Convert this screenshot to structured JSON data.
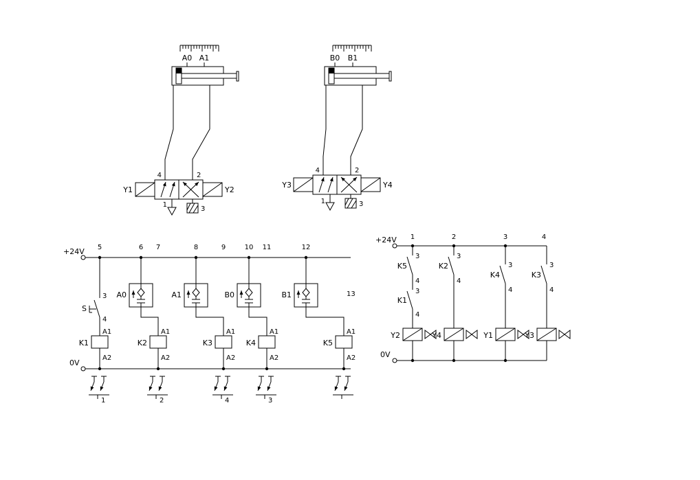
{
  "pneumatic": {
    "cylinder_a": {
      "sensor_left": "A0",
      "sensor_right": "A1"
    },
    "cylinder_b": {
      "sensor_left": "B0",
      "sensor_right": "B1"
    },
    "valve_a": {
      "solenoid_left": "Y1",
      "solenoid_right": "Y2",
      "port_top_left": "4",
      "port_top_right": "2",
      "port_bottom_left": "1",
      "port_bottom_right": "3"
    },
    "valve_b": {
      "solenoid_left": "Y3",
      "solenoid_right": "Y4",
      "port_top_left": "4",
      "port_top_right": "2",
      "port_bottom_left": "1",
      "port_bottom_right": "3"
    }
  },
  "ladder_left": {
    "rail_positive": "+24V",
    "rail_negative": "0V",
    "wire_numbers": [
      "5",
      "6",
      "7",
      "8",
      "9",
      "10",
      "11",
      "12"
    ],
    "wire_13": "13",
    "branches": [
      {
        "device": "S",
        "pin_top": "3",
        "pin_bottom": "4",
        "coil": "K1",
        "pin_a1": "A1",
        "pin_a2": "A2",
        "xref": "1"
      },
      {
        "device": "A0",
        "coil": "K2",
        "pin_a1": "A1",
        "pin_a2": "A2",
        "xref": "2"
      },
      {
        "device": "A1",
        "coil": "K3",
        "pin_a1": "A1",
        "pin_a2": "A2",
        "xref": "4"
      },
      {
        "device": "B0",
        "coil": "K4",
        "pin_a1": "A1",
        "pin_a2": "A2",
        "xref": "3"
      },
      {
        "device": "B1",
        "coil": "K5",
        "pin_a1": "A1",
        "pin_a2": "A2",
        "xref": ""
      }
    ]
  },
  "ladder_right": {
    "rail_positive": "+24V",
    "rail_negative": "0V",
    "wire_numbers": [
      "1",
      "2",
      "3",
      "4"
    ],
    "columns": [
      {
        "contacts": [
          {
            "name": "K5",
            "pin_top": "3",
            "pin_bottom": "4"
          },
          {
            "name": "K1",
            "pin_top": "3",
            "pin_bottom": "4"
          }
        ],
        "coil": "Y2"
      },
      {
        "contacts": [
          {
            "name": "K2",
            "pin_top": "3",
            "pin_bottom": "4"
          }
        ],
        "coil": "Y4"
      },
      {
        "contacts": [
          {
            "name": "K4",
            "pin_top": "3",
            "pin_bottom": "4"
          }
        ],
        "coil": "Y1"
      },
      {
        "contacts": [
          {
            "name": "K3",
            "pin_top": "3",
            "pin_bottom": "4"
          }
        ],
        "coil": "Y3"
      }
    ]
  }
}
